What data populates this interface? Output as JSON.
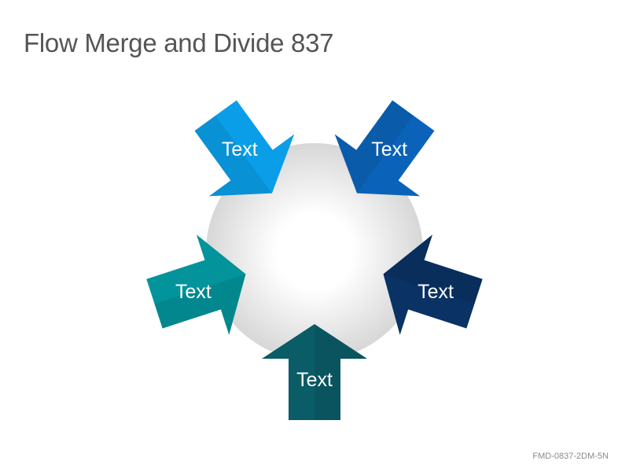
{
  "title": "Flow Merge and Divide 837",
  "footer_code": "FMD-0837-2DM-5N",
  "arrows": [
    {
      "label": "Text",
      "color": "#0a9ee8",
      "angle": 216
    },
    {
      "label": "Text",
      "color": "#0b63b9",
      "angle": 144
    },
    {
      "label": "Text",
      "color": "#0a3264",
      "angle": 72
    },
    {
      "label": "Text",
      "color": "#0a5c66",
      "angle": 0
    },
    {
      "label": "Text",
      "color": "#03939b",
      "angle": 288
    }
  ],
  "circle_gradient": [
    "#ffffff",
    "#d7d7d7"
  ]
}
